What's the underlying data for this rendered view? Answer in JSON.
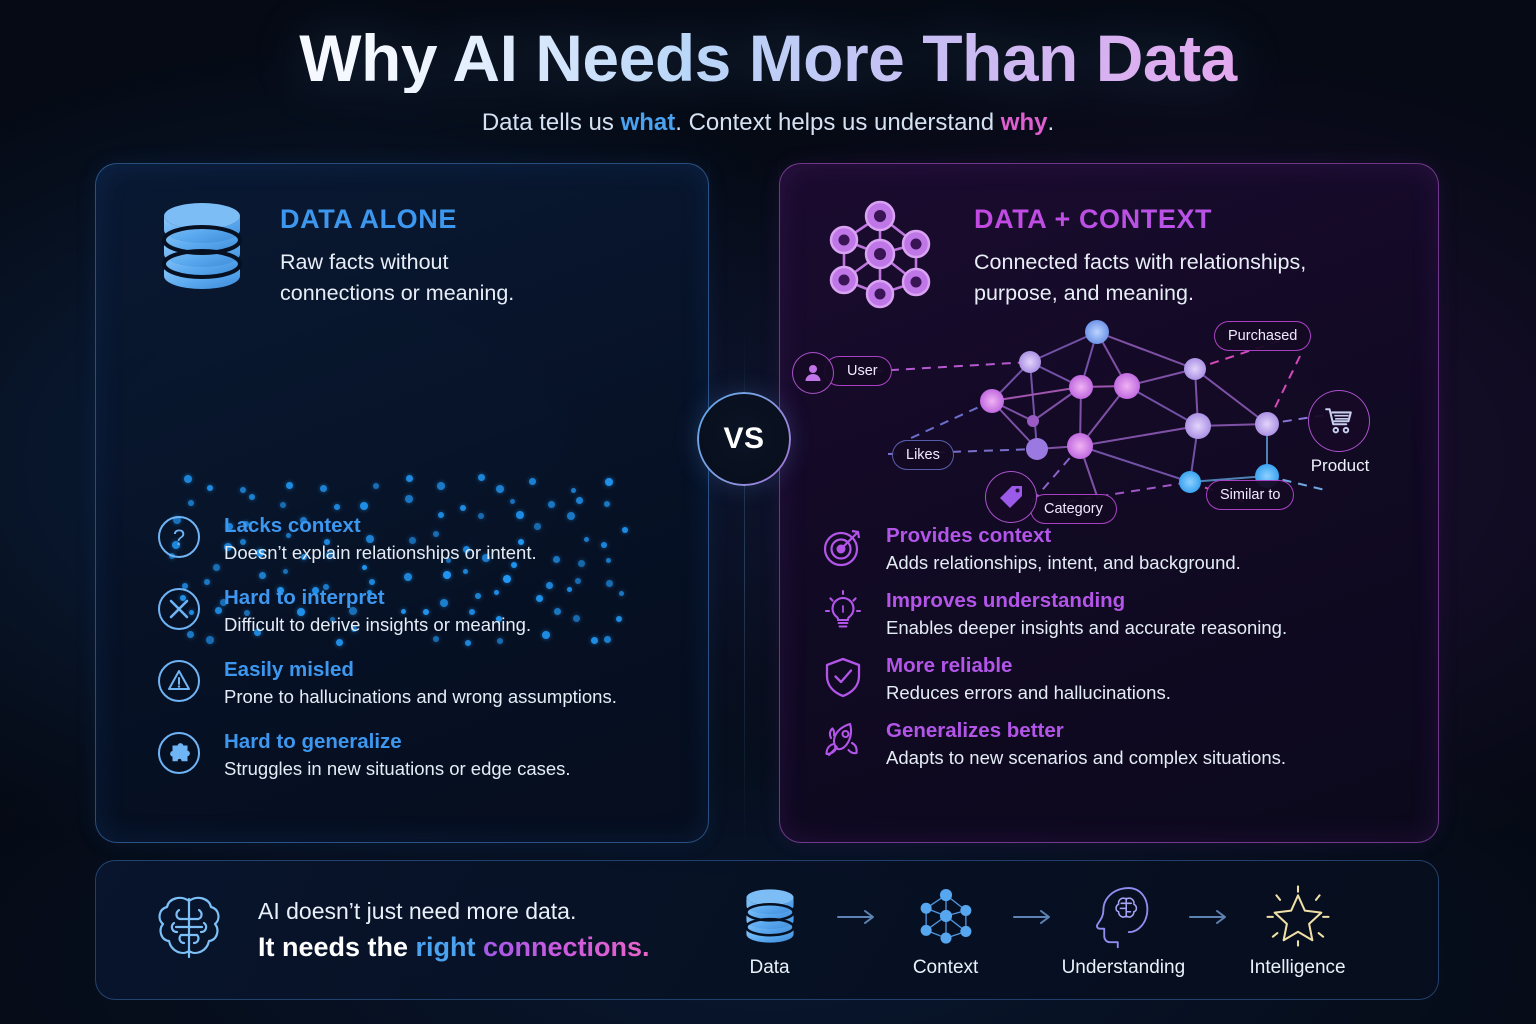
{
  "header": {
    "title_parts": [
      {
        "text": "Why AI Needs ",
        "tone": "white"
      },
      {
        "text": "More Than ",
        "tone": "blue"
      },
      {
        "text": "Data",
        "tone": "pink"
      }
    ],
    "title_full": "Why AI Needs More Than Data",
    "subtitle_pre": "Data tells us ",
    "subtitle_what": "what",
    "subtitle_mid": ". Context helps us understand ",
    "subtitle_why": "why",
    "subtitle_end": "."
  },
  "vs_badge": {
    "label": "VS"
  },
  "left_panel": {
    "icon": "database-icon",
    "kicker": "DATA ALONE",
    "blurb_line1": "Raw facts without",
    "blurb_line2": "connections or meaning.",
    "accent": "#3d97ef",
    "bullets": [
      {
        "icon": "question-mark-circle-icon",
        "title": "Lacks context",
        "desc": "Doesn’t explain relationships or intent."
      },
      {
        "icon": "x-circle-icon",
        "title": "Hard to interpret",
        "desc": "Difficult to derive insights or meaning."
      },
      {
        "icon": "warning-triangle-circle-icon",
        "title": "Easily misled",
        "desc": "Prone to hallucinations and wrong assumptions."
      },
      {
        "icon": "puzzle-piece-circle-icon",
        "title": "Hard to generalize",
        "desc": "Struggles in new situations or edge cases."
      }
    ]
  },
  "right_panel": {
    "icon": "network-graph-icon",
    "kicker": "DATA + CONTEXT",
    "blurb_line1": "Connected facts with relationships,",
    "blurb_line2": "purpose, and meaning.",
    "accent": "#b255e8",
    "bullets": [
      {
        "icon": "target-dart-icon",
        "title": "Provides context",
        "desc": "Adds relationships, intent, and background."
      },
      {
        "icon": "lightbulb-icon",
        "title": "Improves understanding",
        "desc": "Enables deeper insights and accurate reasoning."
      },
      {
        "icon": "shield-check-icon",
        "title": "More reliable",
        "desc": "Reduces errors and hallucinations."
      },
      {
        "icon": "rocket-icon",
        "title": "Generalizes better",
        "desc": "Adapts to new scenarios and complex situations."
      }
    ],
    "graph_labels": {
      "user": "User",
      "purchased": "Purchased",
      "likes": "Likes",
      "category": "Category",
      "similar_to": "Similar to",
      "product": "Product"
    }
  },
  "bottom_bar": {
    "icon": "brain-icon",
    "line1": "AI doesn’t just need more data.",
    "line2_pre": "It needs the ",
    "line2_right": "right",
    "line2_connections": " connections.",
    "flow": [
      {
        "icon": "database-icon",
        "label": "Data"
      },
      {
        "icon": "network-graph-icon",
        "label": "Context"
      },
      {
        "icon": "head-brain-icon",
        "label": "Understanding"
      },
      {
        "icon": "star-sparkle-icon",
        "label": "Intelligence"
      }
    ],
    "arrow": "→"
  },
  "colors": {
    "background": "#050a14",
    "blue_accent": "#3d97ef",
    "purple_accent": "#b255e8",
    "pink_accent": "#e15fd0",
    "left_border": "#4682c8",
    "right_border": "#a855c8",
    "dot_color": "#2196f3",
    "star_color": "#f2dfa0"
  }
}
